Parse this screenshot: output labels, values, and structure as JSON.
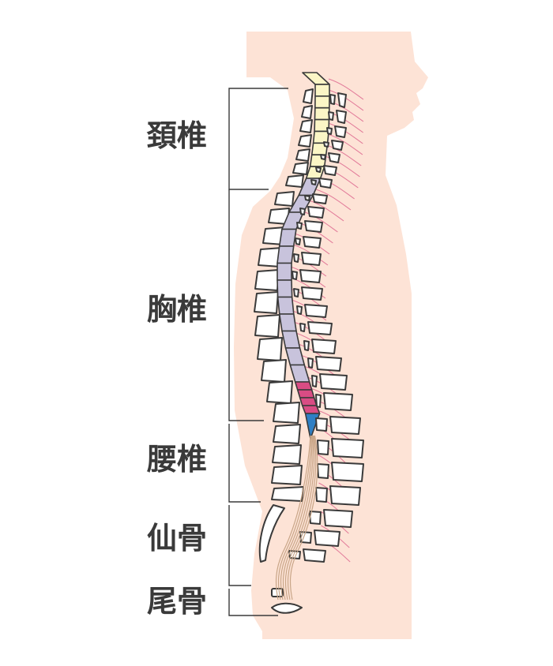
{
  "regions": [
    {
      "id": "cervical",
      "label": "頚椎",
      "color": "#fbf6c6"
    },
    {
      "id": "thoracic",
      "label": "胸椎",
      "color": "#c8c3dc"
    },
    {
      "id": "lumbar",
      "label": "腰椎",
      "color": "#d94c84"
    },
    {
      "id": "sacrum",
      "label": "仙骨",
      "color": "#2e7fc4"
    },
    {
      "id": "coccyx",
      "label": "尾骨",
      "color": "#d9b99a"
    }
  ],
  "colors": {
    "body_silhouette": "#fde3d6",
    "outline": "#3a3a3a",
    "nerve": "#e27a99",
    "cauda_equina": "#c9a688"
  }
}
